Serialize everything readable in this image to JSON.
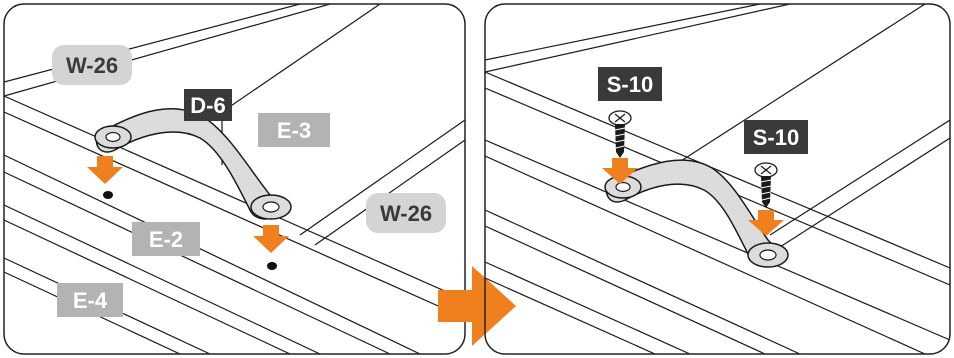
{
  "panel_left": {
    "labels": {
      "w26_top": "W-26",
      "d6": "D-6",
      "e3": "E-3",
      "w26_right": "W-26",
      "e2": "E-2",
      "e4": "E-4"
    }
  },
  "panel_right": {
    "labels": {
      "s10_a": "S-10",
      "s10_b": "S-10"
    }
  },
  "colors": {
    "arrow": "#f07f1e",
    "dark_label": "#3a3a3a",
    "light_label": "#b3b3b3",
    "very_light_label": "#d4d4d4",
    "handle": "#dcdcdc",
    "line": "#1a1a1a"
  },
  "icons": [
    "orange-down-arrow-icon",
    "orange-right-arrow-icon",
    "phillips-screw-icon",
    "hole-dot-icon"
  ]
}
